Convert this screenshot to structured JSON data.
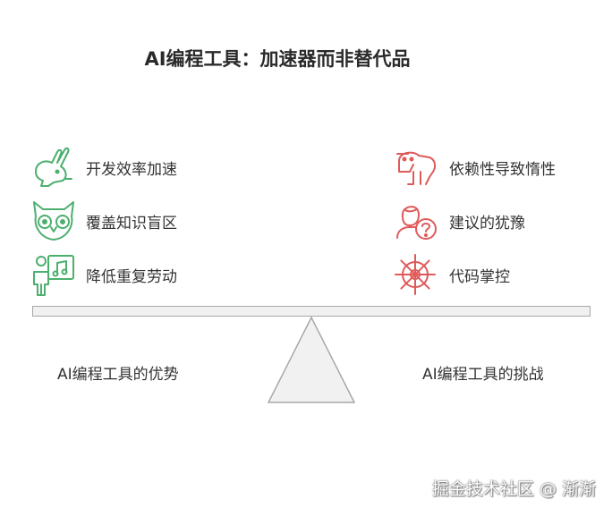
{
  "title": "AI编程工具：加速器而非替代品",
  "left": {
    "heading": "AI编程工具的优势",
    "items": [
      {
        "label": "开发效率加速",
        "icon": "rabbit-icon"
      },
      {
        "label": "覆盖知识盲区",
        "icon": "owl-icon"
      },
      {
        "label": "降低重复劳动",
        "icon": "teacher-board-icon"
      }
    ],
    "color": "#4caf6e"
  },
  "right": {
    "heading": "AI编程工具的挑战",
    "items": [
      {
        "label": "依赖性导致惰性",
        "icon": "sloth-icon"
      },
      {
        "label": "建议的犹豫",
        "icon": "person-question-icon"
      },
      {
        "label": "代码掌控",
        "icon": "ship-wheel-icon"
      }
    ],
    "color": "#e05a5a"
  },
  "watermark": "掘金技术社区 @ 渐渐"
}
